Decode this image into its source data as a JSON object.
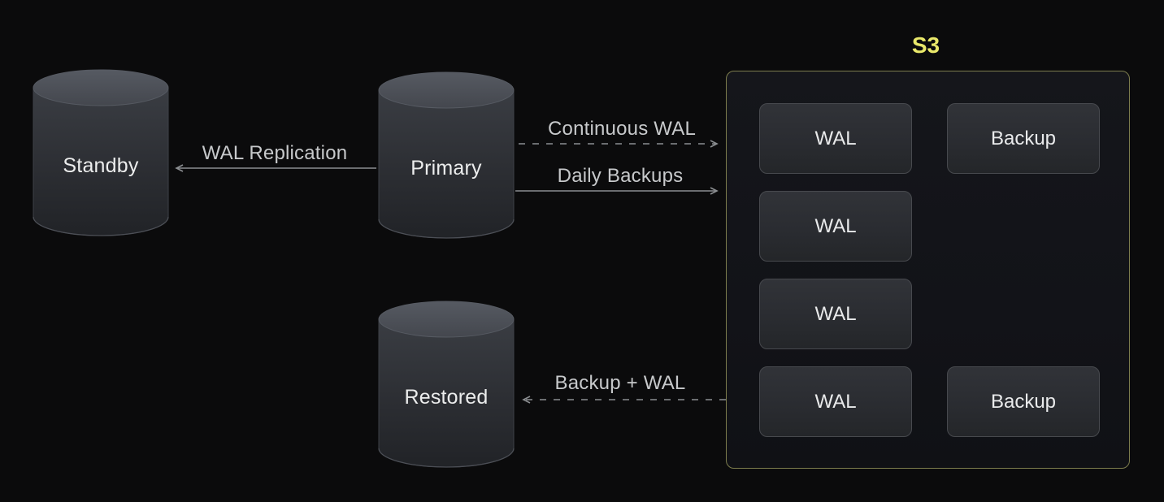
{
  "colors": {
    "background": "#0b0b0c",
    "s3_fill": "#121318",
    "s3_border": "#7c7c4d",
    "s3_title": "#e9e86a",
    "item_border": "#47494e",
    "item_text": "#e9eaeb",
    "node_text": "#eceded",
    "arrow_line": "#8b8e91",
    "arrow_text": "#c7c9cb"
  },
  "nodes": {
    "standby": {
      "label": "Standby"
    },
    "primary": {
      "label": "Primary"
    },
    "restored": {
      "label": "Restored"
    }
  },
  "arrows": {
    "wal_replication": {
      "label": "WAL Replication",
      "style": "solid",
      "from": "primary",
      "to": "standby"
    },
    "continuous_wal": {
      "label": "Continuous WAL",
      "style": "dashed",
      "from": "primary",
      "to": "s3"
    },
    "daily_backups": {
      "label": "Daily Backups",
      "style": "solid",
      "from": "primary",
      "to": "s3"
    },
    "backup_plus_wal": {
      "label": "Backup + WAL",
      "style": "dashed",
      "from": "s3",
      "to": "restored"
    }
  },
  "s3": {
    "title": "S3",
    "wal_items": [
      "WAL",
      "WAL",
      "WAL",
      "WAL"
    ],
    "backup_items": [
      "Backup",
      "Backup"
    ]
  }
}
